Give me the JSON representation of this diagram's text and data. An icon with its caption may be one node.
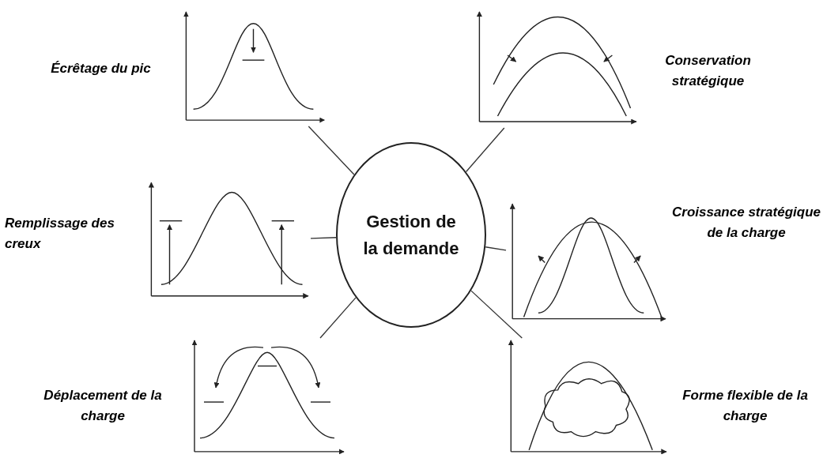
{
  "diagram": {
    "nodes": [
      {
        "text": [
          "Gestion de la demande"
        ]
      },
      {
        "text": [],
        "shape": "picture",
        "beside": [
          "Écrêtage du pic"
        ]
      },
      {
        "text": [],
        "shape": "picture",
        "beside": [
          "Conservation stratégique"
        ]
      },
      {
        "text": [],
        "shape": "picture",
        "beside": [
          "Remplissage des creux"
        ]
      },
      {
        "text": [],
        "shape": "picture",
        "beside": [
          "Croissance stratégique de la charge"
        ]
      },
      {
        "text": [],
        "shape": "picture",
        "beside": [
          "Déplacement de la charge"
        ]
      },
      {
        "text": [],
        "shape": "picture",
        "beside": [
          "Forme flexible de la charge"
        ]
      }
    ],
    "edges": [
      {
        "from": 0,
        "to": 1,
        "arrow": "none"
      },
      {
        "from": 0,
        "to": 2,
        "arrow": "none"
      },
      {
        "from": 0,
        "to": 3,
        "arrow": "none"
      },
      {
        "from": 0,
        "to": 4,
        "arrow": "none"
      },
      {
        "from": 0,
        "to": 5,
        "arrow": "none"
      },
      {
        "from": 0,
        "to": 6,
        "arrow": "none"
      }
    ]
  }
}
